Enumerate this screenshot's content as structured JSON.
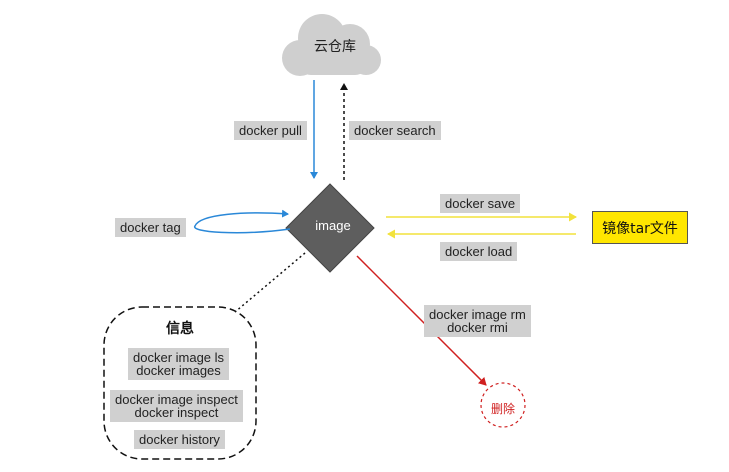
{
  "nodes": {
    "cloud": "云仓库",
    "image": "image",
    "tar_file": "镜像tar文件",
    "info_title": "信息",
    "delete": "删除"
  },
  "edges": {
    "pull": "docker pull",
    "search": "docker search",
    "tag": "docker tag",
    "save": "docker save",
    "load": "docker load",
    "rm_line1": "docker image rm",
    "rm_line2": "docker rmi"
  },
  "info_items": [
    {
      "line1": "docker image ls",
      "line2": "docker images"
    },
    {
      "line1": "docker image inspect",
      "line2": "docker inspect"
    },
    {
      "line1": "docker history"
    }
  ],
  "colors": {
    "cloud": "#cfcfcf",
    "image_node": "#5e5e5e",
    "pull_arrow": "#2a88d8",
    "save_load_arrows": "#f2e23c",
    "delete_arrow": "#d02020",
    "tar_box": "#ffe600",
    "label_bg": "#d0d0d0"
  }
}
